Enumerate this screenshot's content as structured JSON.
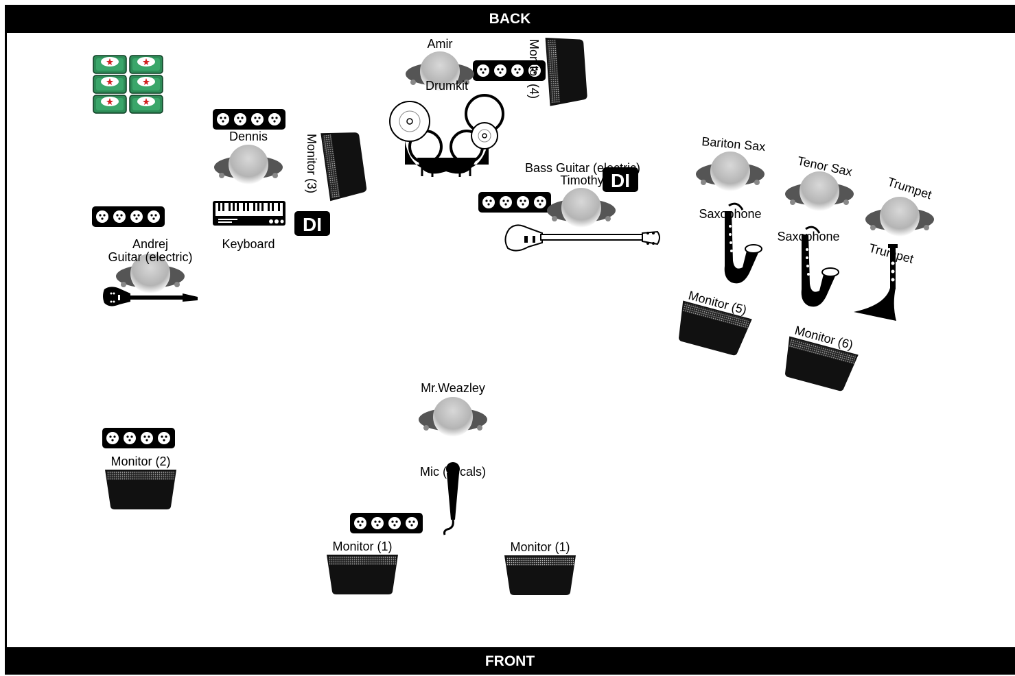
{
  "stage": {
    "back_label": "BACK",
    "front_label": "FRONT"
  },
  "musicians": {
    "amir": "Amir",
    "dennis": "Dennis",
    "andrej": "Andrej",
    "timothy": "Timothy",
    "mr_weazley": "Mr.Weazley",
    "bariton_sax": "Bariton Sax",
    "tenor_sax": "Tenor Sax",
    "trumpet_player": "Trumpet"
  },
  "instruments": {
    "drumkit": "Drumkit",
    "keyboard": "Keyboard",
    "guitar": "Guitar (electric)",
    "bass": "Bass Guitar (electric)",
    "sax1": "Saxophone",
    "sax2": "Saxophone",
    "trumpet": "Trumpet",
    "mic": "Mic (vocals)"
  },
  "monitors": {
    "m4": "Monitor (4)",
    "m3": "Monitor (3)",
    "m5": "Monitor (5)",
    "m6": "Monitor (6)",
    "m2": "Monitor (2)",
    "m1a": "Monitor (1)",
    "m1b": "Monitor (1)"
  },
  "di_boxes": {
    "keyboard_di": "DI",
    "bass_di": "DI"
  },
  "icons": [
    "power-strip-icon",
    "musician-icon",
    "monitor-wedge-icon",
    "drumkit-icon",
    "keyboard-icon",
    "guitar-icon",
    "bass-guitar-icon",
    "saxophone-icon",
    "trumpet-icon",
    "microphone-icon",
    "di-box-icon",
    "beer-crate-icon"
  ],
  "colors": {
    "bars": "#000000",
    "person_head": "#b8b8b8",
    "person_shoulders": "#555555",
    "crate_green": "#2e8b57",
    "crate_star": "#d22222"
  }
}
